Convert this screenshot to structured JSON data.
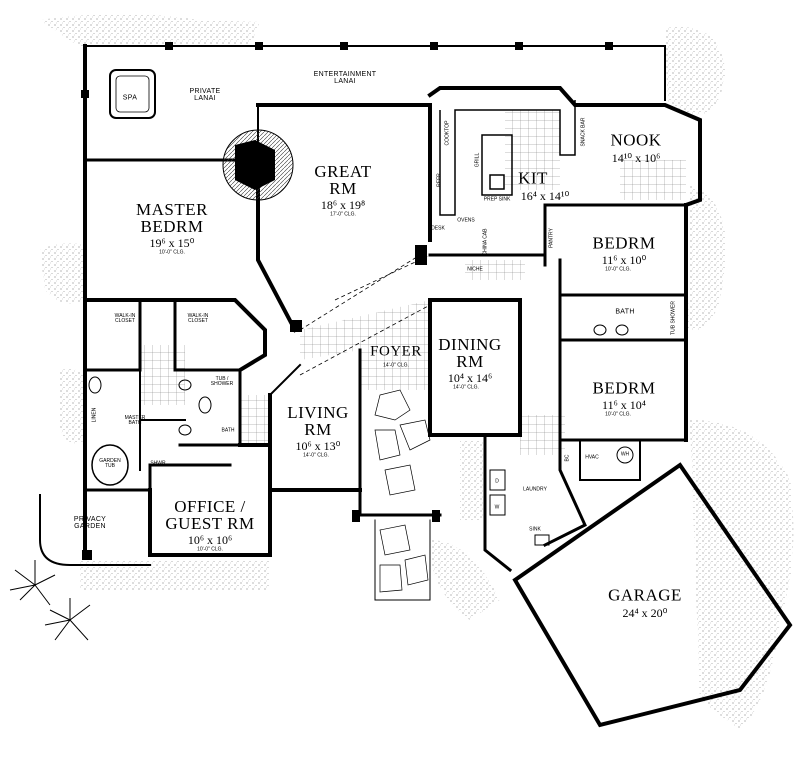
{
  "rooms": {
    "spa": "SPA",
    "private_lanai": [
      "PRIVATE",
      "LANAI"
    ],
    "entertainment_lanai": [
      "ENTERTAINMENT",
      "LANAI"
    ],
    "great_rm": [
      "GREAT",
      "RM"
    ],
    "great_rm_dim": "18⁶ x 19⁸",
    "great_rm_clg": "17'-0\" CLG.",
    "master_bedrm": [
      "MASTER",
      "BEDRM"
    ],
    "master_bedrm_dim": "19⁶ x 15⁰",
    "master_bedrm_clg": "10'-0\" CLG.",
    "nook": "NOOK",
    "nook_dim": "14¹⁰ x 10⁶",
    "kit": "KIT",
    "kit_dim": "16⁴ x 14¹⁰",
    "prep_sink": "PREP SINK",
    "snack_bar": "SNACK BAR",
    "cooktop": "COOKTOP",
    "grill": "GRILL",
    "refr": "REFR",
    "desk": "DESK",
    "ovens": "OVENS",
    "china_cab": "CHINA CAB",
    "niche": "NICHE",
    "pantry": "PANTRY",
    "bedrm1": "BEDRM",
    "bedrm1_dim": "11⁶ x 10⁰",
    "bedrm1_clg": "10'-0\" CLG.",
    "bath": "BATH",
    "tub_shower_right": [
      "TUB",
      "SHOWER"
    ],
    "bedrm2": "BEDRM",
    "bedrm2_dim": "11⁶ x 10⁴",
    "bedrm2_clg": "10'-0\" CLG.",
    "walk_in_closet_1": [
      "WALK-IN",
      "CLOSET"
    ],
    "walk_in_closet_2": [
      "WALK-IN",
      "CLOSET"
    ],
    "tub_shower_left": [
      "TUB /",
      "SHOWER"
    ],
    "master_bath": [
      "MASTER",
      "BATH"
    ],
    "linen": "LINEN",
    "bath_small": "BATH",
    "garden_tub": [
      "GARDEN",
      "TUB"
    ],
    "shwr": "SHWR",
    "foyer": "FOYER",
    "foyer_clg": "14'-0\" CLG.",
    "dining_rm": [
      "DINING",
      "RM"
    ],
    "dining_rm_dim": "10⁴ x 14⁶",
    "dining_rm_clg": "14'-0\" CLG.",
    "living_rm": [
      "LIVING",
      "RM"
    ],
    "living_rm_dim": "10⁶ x 13⁰",
    "living_rm_clg": "14'-0\" CLG.",
    "office": [
      "OFFICE /",
      "GUEST RM"
    ],
    "office_dim": "10⁶ x 10⁶",
    "office_clg": "10'-0\" CLG.",
    "privacy_garden": [
      "PRIVACY",
      "GARDEN"
    ],
    "laundry": "LAUNDRY",
    "sink": "SINK",
    "w": "W",
    "d": "D",
    "hvac": "HVAC",
    "wh": "WH",
    "bc": "BC",
    "garage": "GARAGE",
    "garage_dim": "24⁴ x 20⁰"
  },
  "colors": {
    "wall": "#000000",
    "background": "#ffffff",
    "landscape_stipple": "#888888",
    "tile": "#777777"
  }
}
